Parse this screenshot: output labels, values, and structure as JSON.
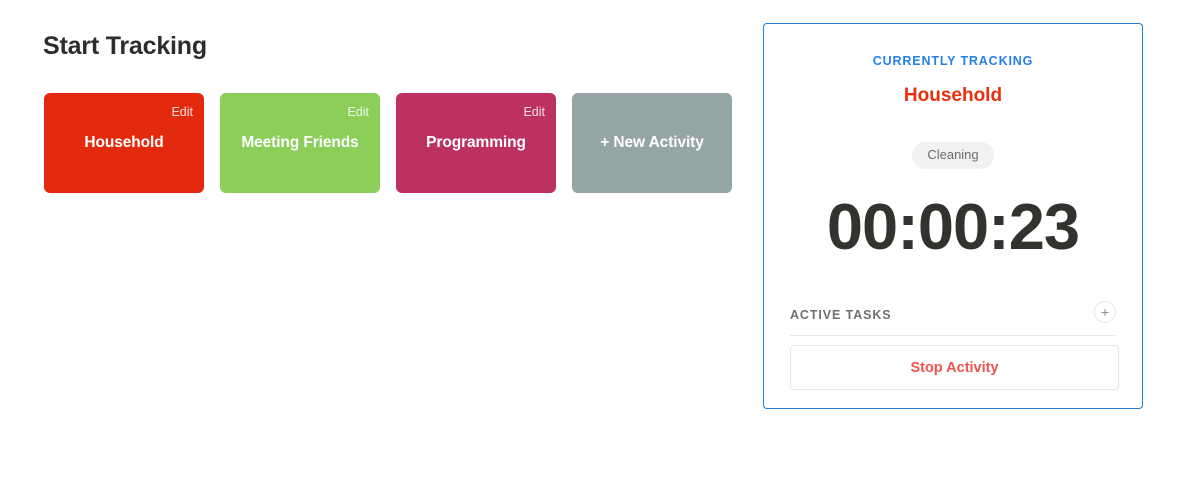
{
  "page": {
    "title": "Start Tracking"
  },
  "activities": {
    "cards": [
      {
        "name": "Household",
        "edit_label": "Edit",
        "color": "#e42a0e",
        "has_edit": true
      },
      {
        "name": "Meeting Friends",
        "edit_label": "Edit",
        "color": "#8cce5a",
        "has_edit": true
      },
      {
        "name": "Programming",
        "edit_label": "Edit",
        "color": "#bd315e",
        "has_edit": true
      },
      {
        "name": "+ New Activity",
        "edit_label": "",
        "color": "#95a5a6",
        "has_edit": false
      }
    ]
  },
  "tracking_panel": {
    "header_label": "CURRENTLY TRACKING",
    "activity_name": "Household",
    "task_badge": "Cleaning",
    "timer": "00:00:23",
    "active_tasks_label": "ACTIVE TASKS",
    "add_task_icon": "plus-icon",
    "add_task_glyph": "+",
    "stop_button_label": "Stop Activity",
    "colors": {
      "panel_border": "#1b7fd4",
      "header_blue": "#2680eb",
      "activity_red": "#e8300d",
      "timer_dark": "#33322e",
      "stop_red": "#ef5350",
      "badge_bg": "#f1f1f1"
    }
  }
}
